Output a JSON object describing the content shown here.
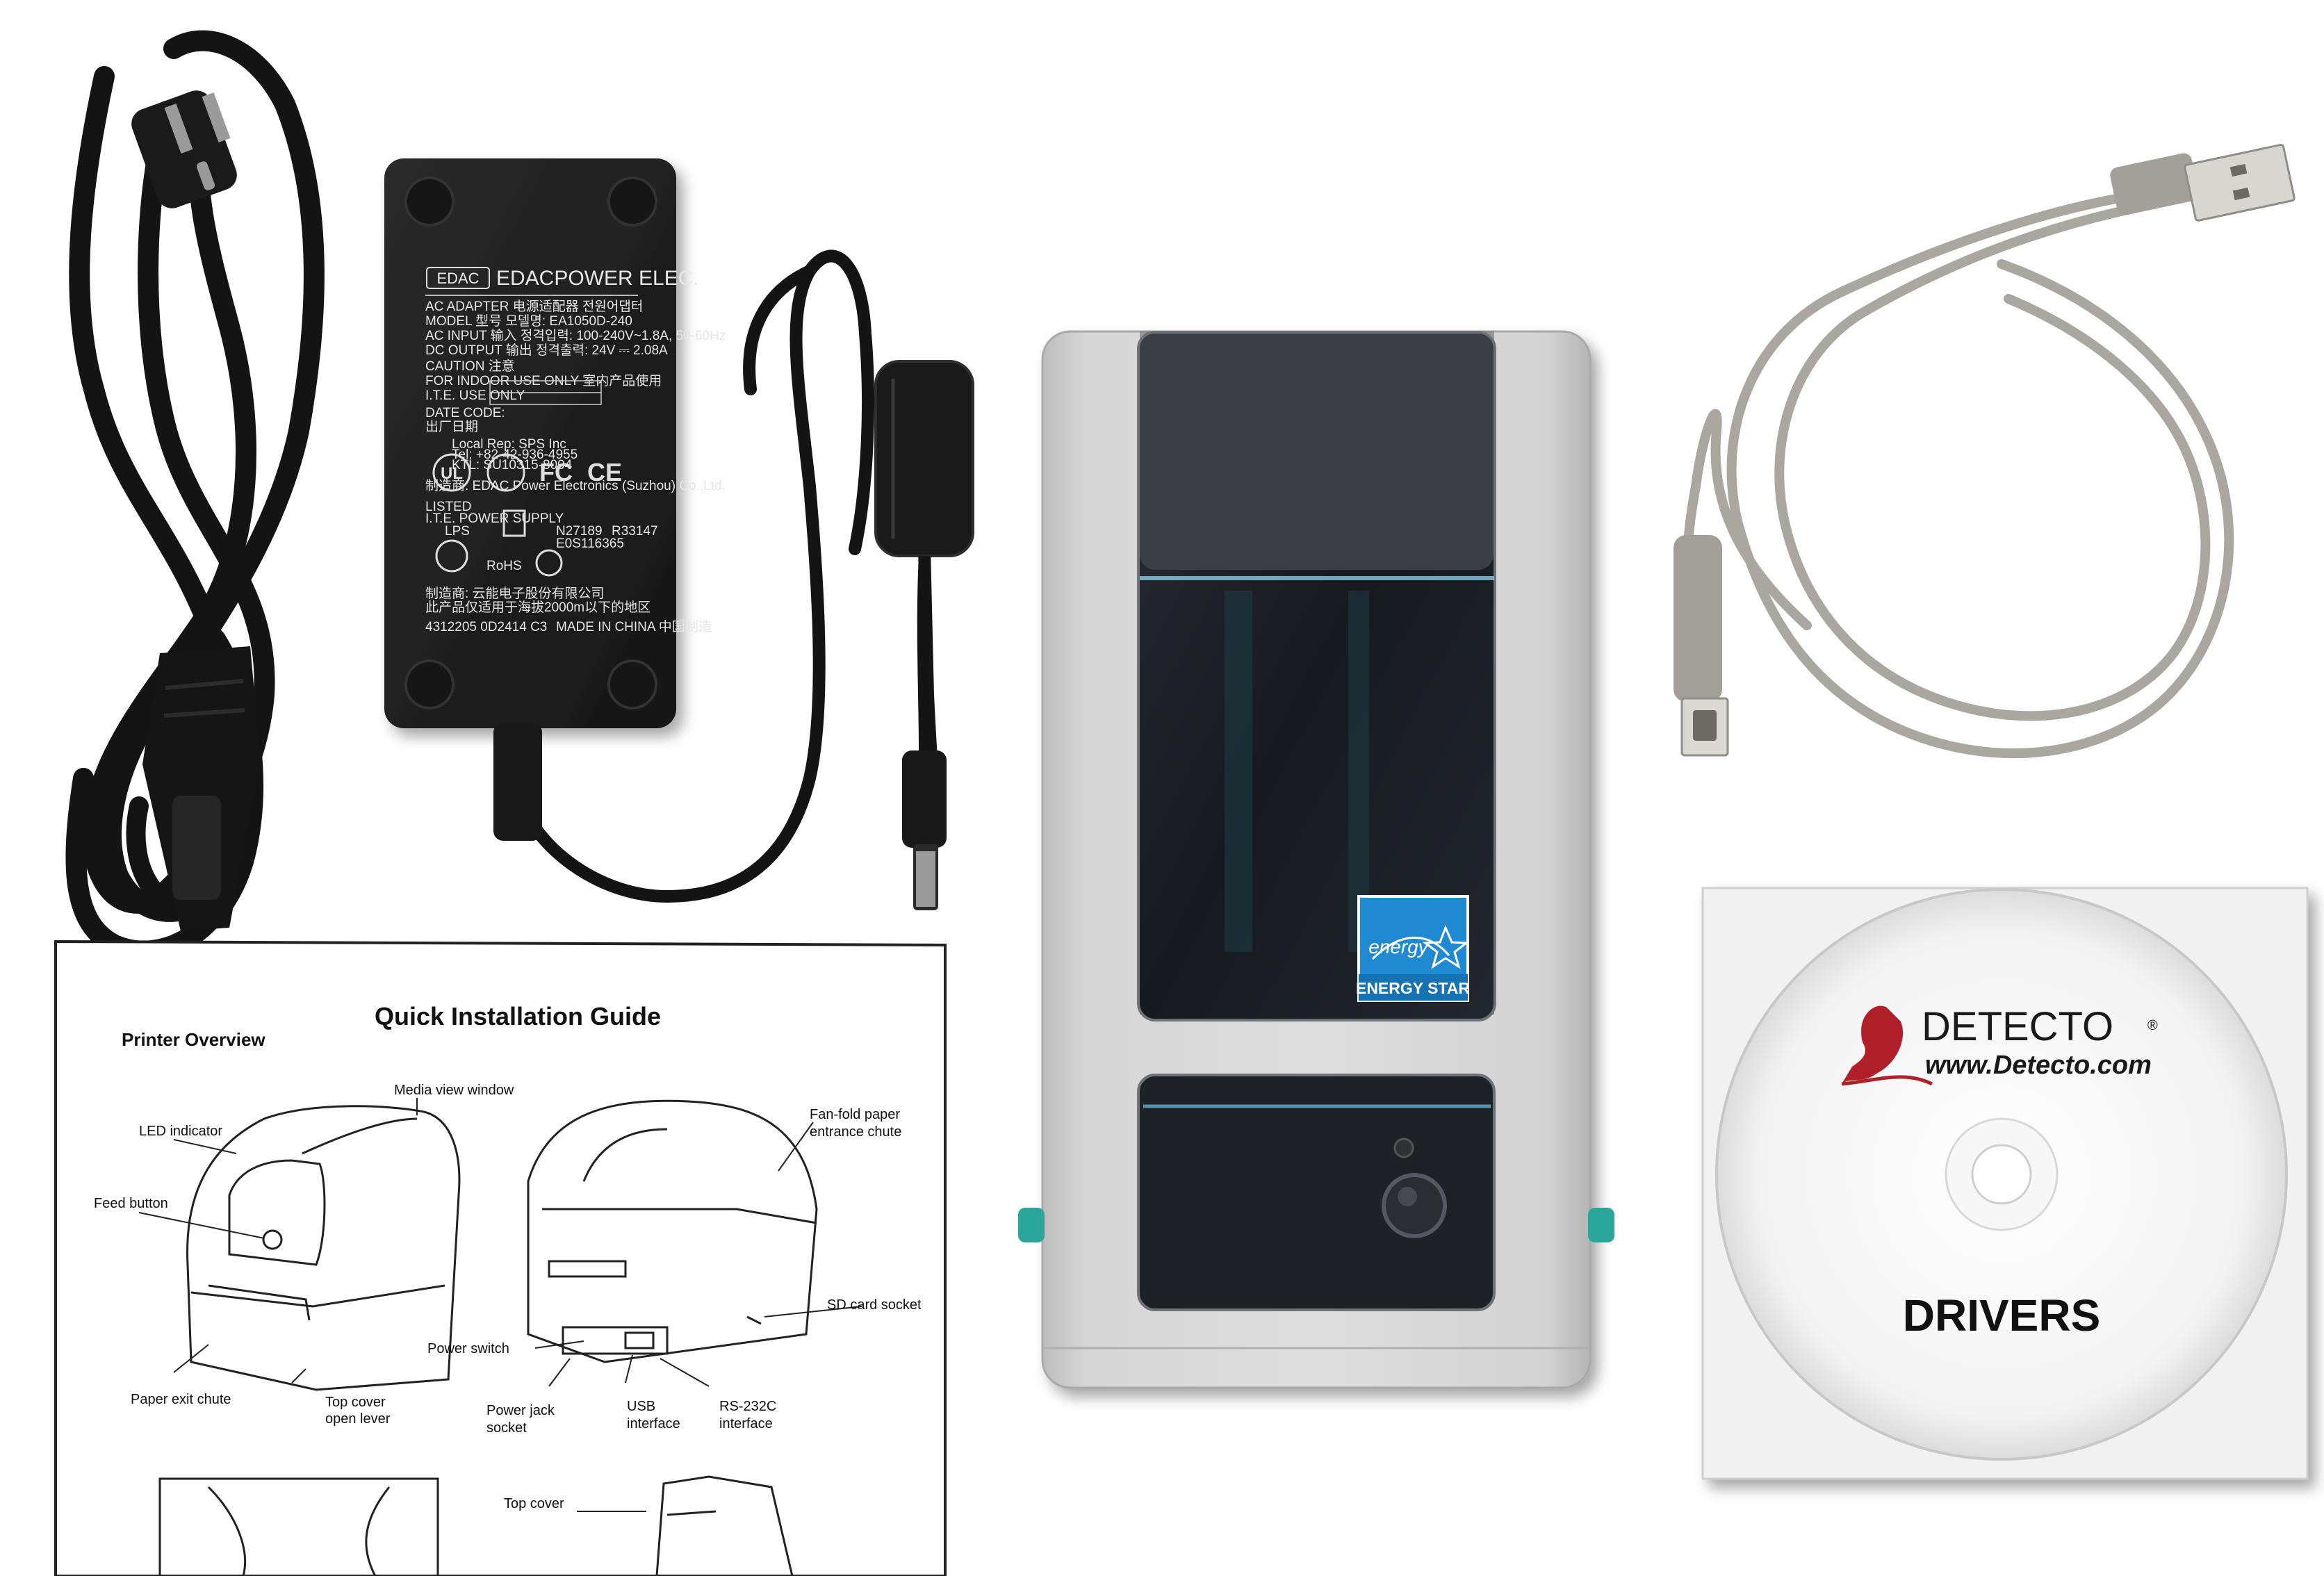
{
  "adapter": {
    "brand_badge": "EDAC",
    "brand": "EDACPOWER ELEC.",
    "lines": [
      "AC ADAPTER  电源适配器  전원어댑터",
      "MODEL 型号 모델명: EA1050D-240",
      "AC INPUT 输入 정격입력: 100-240V~1.8A, 50-60Hz",
      "DC OUTPUT 输出 정격출력: 24V ⎓ 2.08A",
      "CAUTION 注意",
      "FOR INDOOR USE ONLY 室内产品使用",
      "I.T.E. USE ONLY",
      "DATE CODE:",
      "出厂日期",
      "Local Rep: SPS Inc",
      "Tel: +82-42-936-4955",
      "KTL: SU10315-8004",
      "制造商: EDAC Power Electronics (Suzhou) Co.,Ltd.",
      "LISTED",
      "I.T.E. POWER SUPPLY",
      "LPS",
      "N27189",
      "R33147",
      "E0S116365",
      "RoHS",
      "制造商: 云能电子股份有限公司",
      "此产品仅适用于海拔2000m以下的地区",
      "4312205 0D2414  C3",
      "MADE IN CHINA 中国制造"
    ],
    "marks": [
      "UL",
      "FC",
      "CE"
    ]
  },
  "printer": {
    "badge_script": "energy",
    "badge_text": "ENERGY STAR"
  },
  "cd": {
    "brand": "DETECTO",
    "brand_mark": "®",
    "url": "www.Detecto.com",
    "label": "DRIVERS"
  },
  "guide": {
    "title": "Quick Installation Guide",
    "section": "Printer Overview",
    "labels": {
      "media_view_window": "Media view window",
      "led_indicator": "LED indicator",
      "feed_button": "Feed button",
      "paper_exit_chute": "Paper exit chute",
      "top_cover_lever": [
        "Top cover",
        "open lever"
      ],
      "fan_fold": [
        "Fan-fold paper",
        "entrance chute"
      ],
      "sd_card_socket": "SD card socket",
      "power_switch": "Power switch",
      "power_jack": [
        "Power jack",
        "socket"
      ],
      "usb_interface": [
        "USB",
        "interface"
      ],
      "rs232_interface": [
        "RS-232C",
        "interface"
      ],
      "top_cover": "Top cover"
    }
  },
  "colors": {
    "cable_black": "#141414",
    "adapter_body": "#202020",
    "printer_shell": "#cfcfcf",
    "printer_window": "#1a1d22",
    "usb_cable_gray": "#a9a7a0",
    "energy_star_blue": "#1f8ad1",
    "detecto_red": "#b0202a",
    "teal_button": "#2aa69a"
  }
}
